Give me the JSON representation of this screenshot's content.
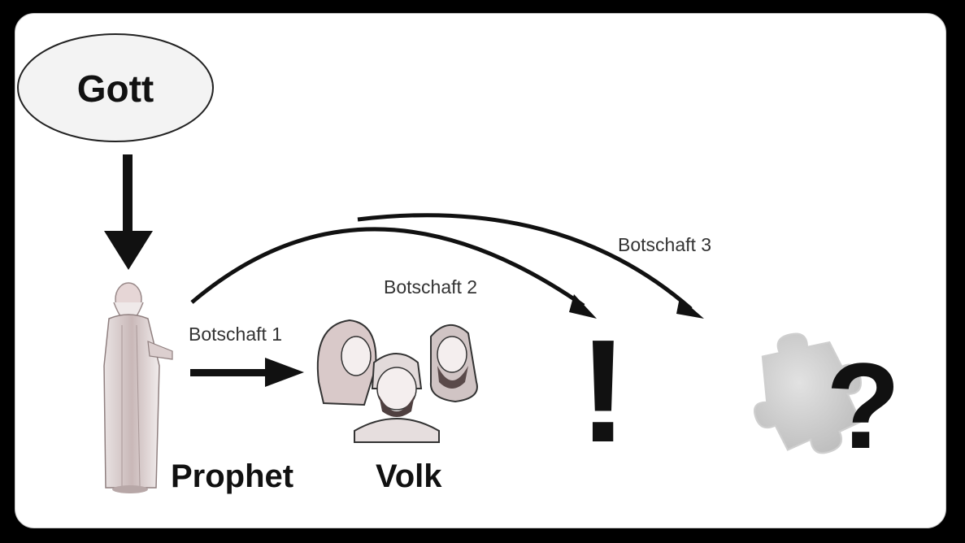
{
  "diagram": {
    "source_node": "Gott",
    "prophet_label": "Prophet",
    "people_label": "Volk",
    "messages": [
      "Botschaft 1",
      "Botschaft 2",
      "Botschaft 3"
    ],
    "exclamation": "!",
    "question": "?"
  }
}
